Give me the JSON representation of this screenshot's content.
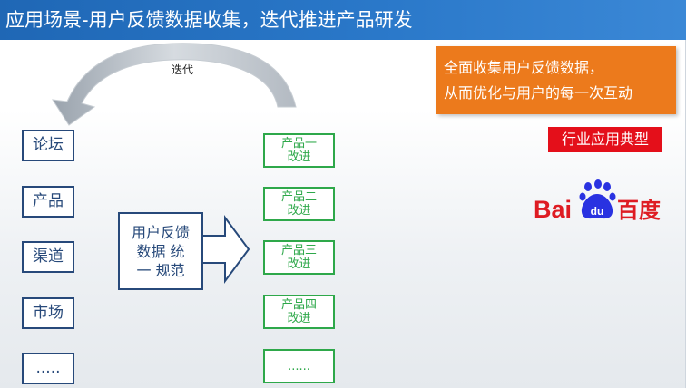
{
  "slide": {
    "title": "应用场景-用户反馈数据收集，迭代推进产品研发",
    "loop_label": "迭代"
  },
  "sources": [
    {
      "label": "论坛"
    },
    {
      "label": "产品"
    },
    {
      "label": "渠道"
    },
    {
      "label": "市场"
    },
    {
      "label": "....."
    }
  ],
  "process": {
    "line1": "用户反馈",
    "line2": "数据 统",
    "line3": "一 规范"
  },
  "improvements": [
    {
      "line1": "产品一",
      "line2": "改进"
    },
    {
      "line1": "产品二",
      "line2": "改进"
    },
    {
      "line1": "产品三",
      "line2": "改进"
    },
    {
      "line1": "产品四",
      "line2": "改进"
    },
    {
      "line1": "......",
      "line2": ""
    }
  ],
  "callout": {
    "line1": "全面收集用户反馈数据，",
    "line2": "从而优化与用户的每一次互动"
  },
  "badge": {
    "label": "行业应用典型"
  },
  "logo": {
    "text_left": "Bai",
    "text_paw": "du",
    "text_right": "百度"
  },
  "colors": {
    "title_bar": "#2a78c9",
    "source_border": "#27497a",
    "improvement_border": "#2ea84a",
    "callout_bg": "#ec7a1c",
    "badge_bg": "#e40f1a",
    "logo_red": "#de1c23",
    "logo_blue": "#2932e1"
  }
}
